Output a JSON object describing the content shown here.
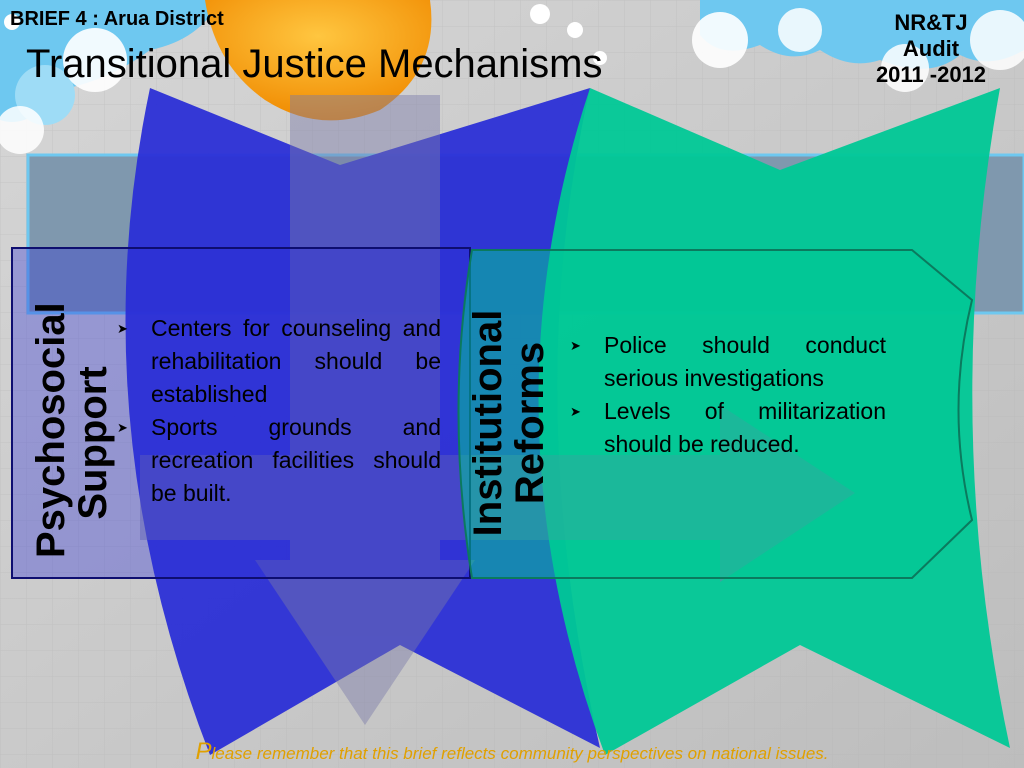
{
  "header": {
    "brief_label": "BRIEF 4 :  Arua District",
    "title": "Transitional Justice Mechanisms",
    "audit_lines": [
      "NR&TJ",
      "Audit",
      "2011 -2012"
    ]
  },
  "panels": {
    "psychosocial": {
      "label_lines": [
        "Psychosocial",
        "Support"
      ],
      "bullets": [
        "Centers for counseling and rehabilitation should be established",
        "Sports grounds and recreation facilities should be built."
      ]
    },
    "institutional": {
      "label_lines": [
        "Institutional",
        "Reforms"
      ],
      "bullets": [
        "Police should conduct serious investigations",
        "Levels of militarization should be reduced."
      ]
    }
  },
  "footer": {
    "first_letter": "P",
    "rest": "lease  remember  that  this  brief reflects community  perspectives  on  national  issues."
  },
  "colors": {
    "blue_panel": "#2b2fd6",
    "green_panel": "#00c896",
    "footer_text": "#e0a000",
    "sky": "#6ec8f0",
    "sun": "#f5a100"
  }
}
